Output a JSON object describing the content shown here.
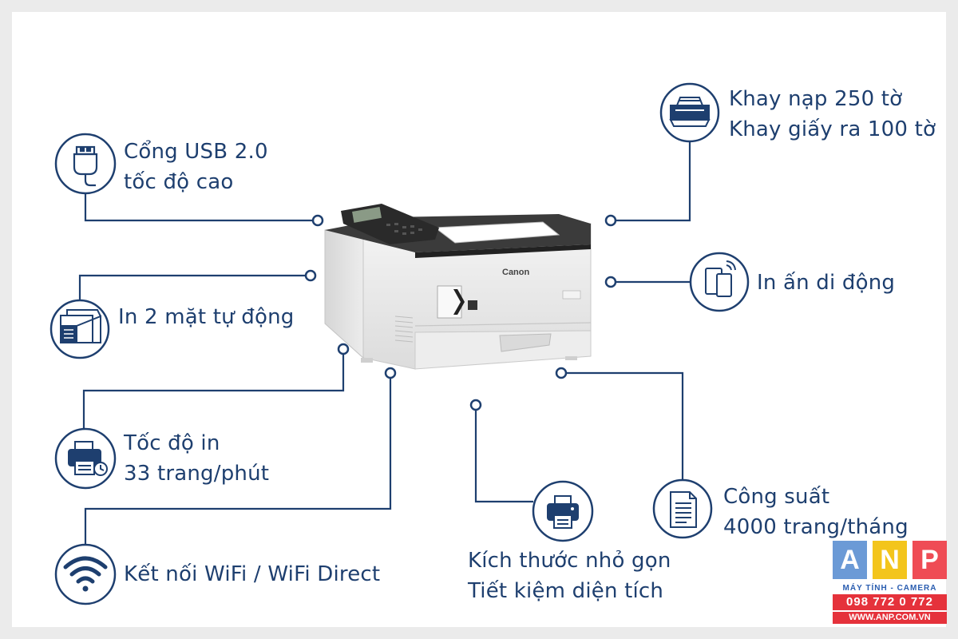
{
  "features": {
    "usb": {
      "line1": "Cổng USB 2.0",
      "line2": "tốc độ cao",
      "icon": "usb-icon"
    },
    "duplex": {
      "line1": "In 2 mặt tự động",
      "icon": "duplex-paper-icon"
    },
    "speed": {
      "line1": "Tốc độ in",
      "line2": "33 trang/phút",
      "icon": "printer-clock-icon"
    },
    "wifi": {
      "line1": "Kết nối WiFi / WiFi Direct",
      "icon": "wifi-icon"
    },
    "tray": {
      "line1": "Khay nạp 250 tờ",
      "line2": "Khay giấy ra 100 tờ",
      "icon": "paper-tray-icon"
    },
    "mobile": {
      "line1": "In ấn di động",
      "icon": "mobile-devices-icon"
    },
    "compact": {
      "line1": "Kích thước nhỏ gọn",
      "line2": "Tiết kiệm diện tích",
      "icon": "compact-printer-icon"
    },
    "duty": {
      "line1": "Công suất",
      "line2": "4000 trang/tháng",
      "icon": "document-icon"
    }
  },
  "printer": {
    "brand": "Canon"
  },
  "logo": {
    "letters": [
      "A",
      "N",
      "P"
    ],
    "colors": [
      "#6b9ad6",
      "#f3c51c",
      "#ef4c55"
    ],
    "tagline": "MÁY TÍNH - CAMERA",
    "phone": "098 772 0 772",
    "website": "WWW.ANP.COM.VN"
  },
  "colors": {
    "accent": "#1e3f6f"
  }
}
